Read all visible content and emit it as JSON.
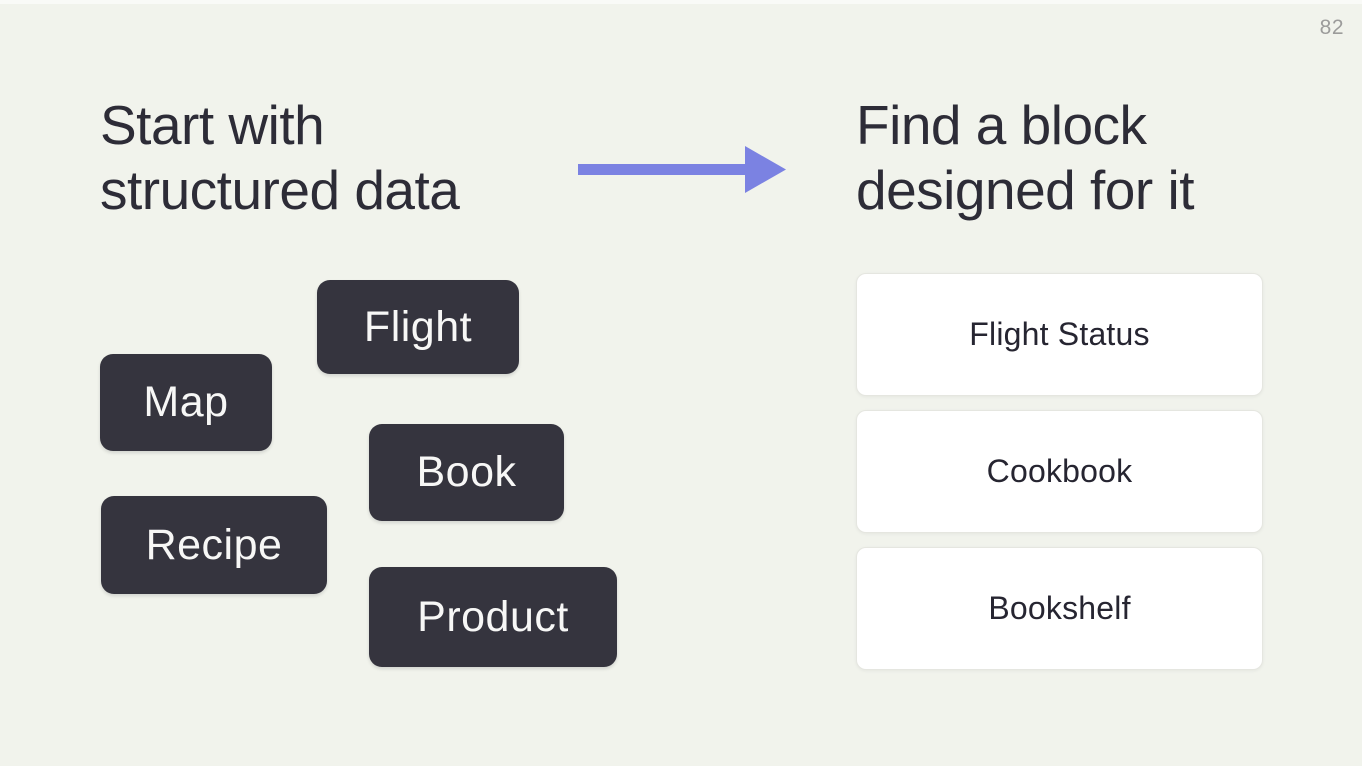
{
  "page_number": "82",
  "left_section": {
    "heading_line1": "Start with",
    "heading_line2": "structured data",
    "tags": [
      {
        "label": "Flight"
      },
      {
        "label": "Map"
      },
      {
        "label": "Book"
      },
      {
        "label": "Recipe"
      },
      {
        "label": "Product"
      }
    ]
  },
  "right_section": {
    "heading_line1": "Find a block",
    "heading_line2": "designed for it",
    "cards": [
      {
        "label": "Flight Status"
      },
      {
        "label": "Cookbook"
      },
      {
        "label": "Bookshelf"
      }
    ]
  },
  "icons": {
    "arrow": "right-arrow-icon"
  },
  "colors": {
    "background": "#f1f3ec",
    "heading_text": "#2d2c37",
    "tag_background": "#35343e",
    "tag_text": "#f7f7f6",
    "card_background": "#ffffff",
    "card_border": "#e5e6e0",
    "card_text": "#262531",
    "arrow": "#7b82e2",
    "page_number": "#9c9c9b"
  }
}
